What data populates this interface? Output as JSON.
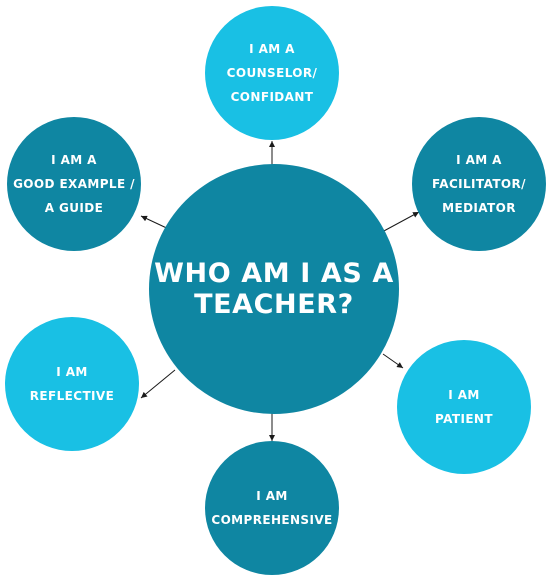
{
  "center": {
    "lines": [
      "WHO AM I AS A",
      "TEACHER?"
    ],
    "color": "#0f86a2"
  },
  "nodes": [
    {
      "id": "counselor",
      "lines": [
        "I AM A",
        "COUNSELOR/",
        "CONFIDANT"
      ],
      "color": "#19c0e4"
    },
    {
      "id": "facilitator",
      "lines": [
        "I AM  A",
        "FACILITATOR/",
        "MEDIATOR"
      ],
      "color": "#0f86a2"
    },
    {
      "id": "patient",
      "lines": [
        "I AM",
        "PATIENT"
      ],
      "color": "#19c0e4"
    },
    {
      "id": "comprehensive",
      "lines": [
        "I AM",
        "COMPREHENSIVE"
      ],
      "color": "#0f86a2"
    },
    {
      "id": "reflective",
      "lines": [
        "I AM",
        "REFLECTIVE"
      ],
      "color": "#19c0e4"
    },
    {
      "id": "good-example",
      "lines": [
        "I AM  A",
        "GOOD EXAMPLE /",
        "A GUIDE"
      ],
      "color": "#0f86a2"
    }
  ],
  "arrow_color": "#1a1a1a"
}
